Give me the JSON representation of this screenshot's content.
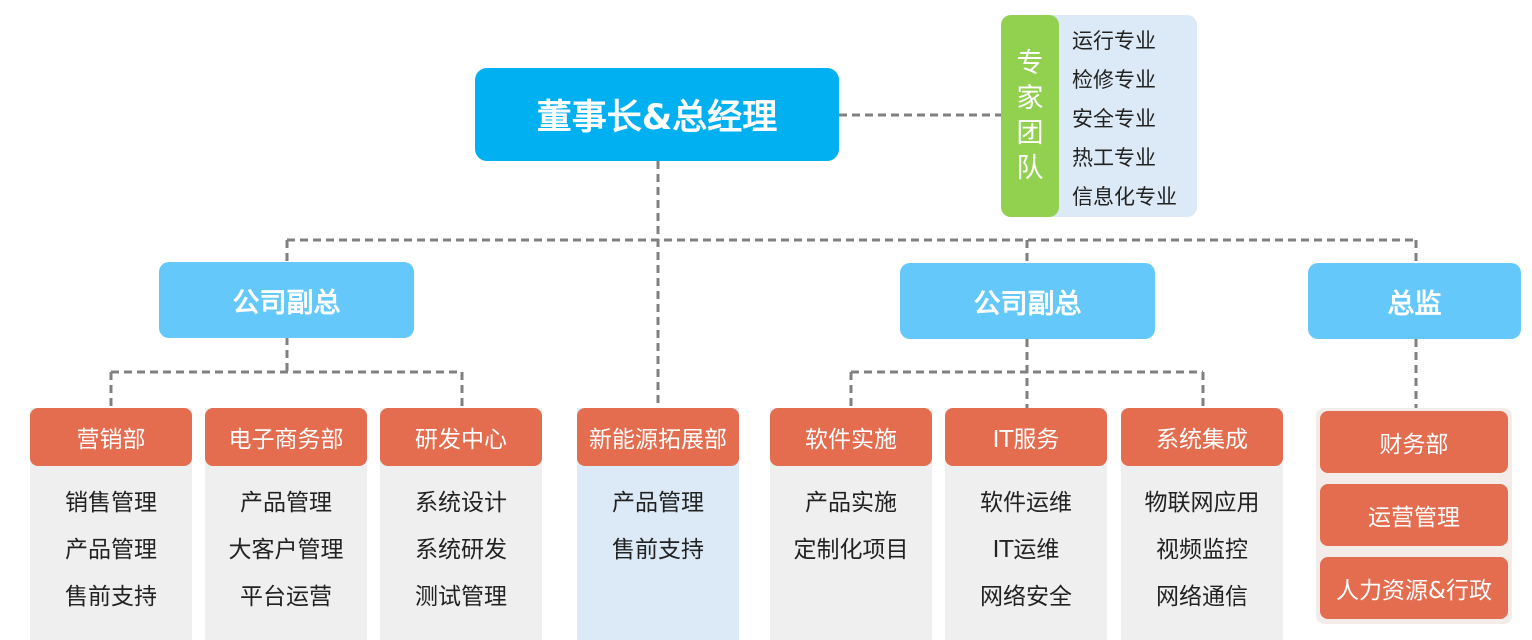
{
  "ceo": {
    "title": "董事长&总经理"
  },
  "expert_team": {
    "label_chars": [
      "专",
      "家",
      "团",
      "队"
    ],
    "members": [
      "运行专业",
      "检修专业",
      "安全专业",
      "热工专业",
      "信息化专业"
    ]
  },
  "executives": {
    "vp_left": "公司副总",
    "vp_right": "公司副总",
    "director": "总监"
  },
  "departments": [
    {
      "name": "营销部",
      "items": [
        "销售管理",
        "产品管理",
        "售前支持"
      ]
    },
    {
      "name": "电子商务部",
      "items": [
        "产品管理",
        "大客户管理",
        "平台运营"
      ]
    },
    {
      "name": "研发中心",
      "items": [
        "系统设计",
        "系统研发",
        "测试管理"
      ]
    },
    {
      "name": "新能源拓展部",
      "items": [
        "产品管理",
        "售前支持"
      ]
    },
    {
      "name": "软件实施",
      "items": [
        "产品实施",
        "定制化项目"
      ]
    },
    {
      "name": "IT服务",
      "items": [
        "软件运维",
        "IT运维",
        "网络安全"
      ]
    },
    {
      "name": "系统集成",
      "items": [
        "物联网应用",
        "视频监控",
        "网络通信"
      ]
    }
  ],
  "director_departments": [
    "财务部",
    "运营管理",
    "人力资源&行政"
  ],
  "colors": {
    "ceo": "#00b0f0",
    "executive": "#65c8fa",
    "department": "#e46c4f",
    "expert_tab": "#92d050",
    "expert_panel": "#dce9f6",
    "connector": "#808080"
  }
}
